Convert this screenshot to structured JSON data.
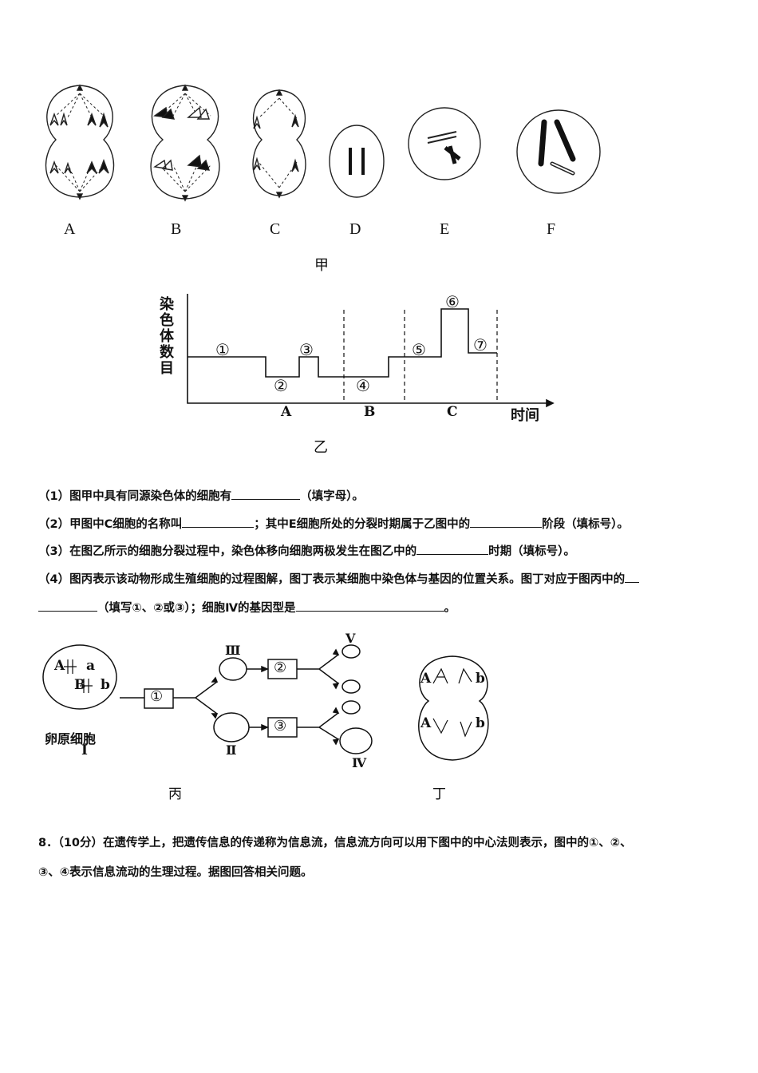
{
  "figure_jia": {
    "cells": [
      "A",
      "B",
      "C",
      "D",
      "E",
      "F"
    ],
    "caption": "甲"
  },
  "figure_yi": {
    "ylabel": "染色体数目",
    "xlabel": "时间",
    "stage_markers": [
      "①",
      "②",
      "③",
      "④",
      "⑤",
      "⑥",
      "⑦"
    ],
    "phases": [
      "A",
      "B",
      "C"
    ],
    "caption": "乙"
  },
  "questions": [
    {
      "before": "（1）图甲中具有同源染色体的细胞有",
      "after": "（填字母）。"
    },
    {
      "before": "（2）甲图中C细胞的名称叫",
      "mid": "；其中E细胞所处的分裂时期属于乙图中的",
      "after": "阶段（填标号）。"
    },
    {
      "before": "（3）在图乙所示的细胞分裂过程中，染色体移向细胞两极发生在图乙中的",
      "after": "时期（填标号）。"
    },
    {
      "before": "（4）图丙表示该动物形成生殖细胞的过程图解，图丁表示某细胞中染色体与基因的位置关系。图丁对应于图丙中的",
      "after": "（填写①、②或③）；细胞Ⅳ的基因型是",
      "end": "。"
    }
  ],
  "figure_bing": {
    "cell_label": "卵原细胞",
    "cell_roman": "I",
    "genes_top": [
      "A",
      "a"
    ],
    "genes_bottom": [
      "B",
      "b"
    ],
    "steps": [
      "①",
      "②",
      "③"
    ],
    "nodes": [
      "Ⅲ",
      "Ⅱ",
      "Ⅴ",
      "Ⅳ"
    ],
    "caption": "丙"
  },
  "figure_ding": {
    "genes": [
      "A",
      "b",
      "A",
      "b"
    ],
    "caption": "丁"
  },
  "question8": {
    "line1": "8．（10分）在遗传学上，把遗传信息的传递称为信息流，信息流方向可以用下图中的中心法则表示，图中的①、②、",
    "line2": "③、④表示信息流动的生理过程。据图回答相关问题。"
  }
}
